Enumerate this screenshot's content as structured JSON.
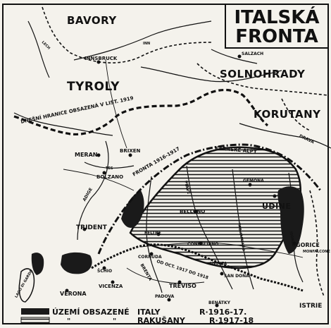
{
  "title": {
    "line1": "ITALSKÁ",
    "line2": "FRONTA"
  },
  "regions": {
    "bavory": "BAVORY",
    "tyroly": "TYROLY",
    "solnohrady": "SOLNOHRADY",
    "korutany": "KORUTANY"
  },
  "cities": {
    "innsbruck": "INNSBRUCK",
    "salzach": "SALZACH",
    "meran": "MERAN",
    "brixen": "BRIXEN",
    "bolzano": "BOLZANO",
    "trident": "TRIDENT",
    "belluno": "BELLUNO",
    "udine": "UDINE",
    "gorice": "GORICE",
    "feltre": "FELTRE",
    "conegliano": "CONEGLIANO",
    "cornuda": "CORNUDA",
    "treviso": "TREVISO",
    "benatky": "BENÁTKY",
    "padova": "PADOVA",
    "vicenza": "VICENZA",
    "verona": "VERONA",
    "schio": "ŠCHIO",
    "san_dona": "SAN DONA",
    "istrie": "ISTRIE",
    "gemona": "GEMONA",
    "monfalcone": "MONFALCONE",
    "lago_di_garda": "LAGO DI GARDA"
  },
  "rivers": {
    "lech": "LECH",
    "inn": "INN",
    "adige": "ADIGE",
    "drava": "DRAVA",
    "piave": "PIAVE",
    "brenta": "BRENTA",
    "tagliamento": "TAGLIAMENTO",
    "livenza": "LIVENZA",
    "isonzo": "ISONZO",
    "tes": "TES"
  },
  "annotations": {
    "border_1919": "DNEŠNÍ HRANICE OBSAZENÁ V LIST. 1919",
    "front_1916": "FRONTA 1916-1917",
    "karnske_alpy": "KARNSKÉ ALPY",
    "front_1917": "OD OCT. 1917 DO 1918"
  },
  "legend": [
    {
      "label": "ÚZEMÍ OBSAZENÉ",
      "owner": "ITALY",
      "period": "R·1916-17."
    },
    {
      "label": "\"",
      "mark": "\"",
      "owner": "RAKUŠANY",
      "period": "R·1917-18"
    }
  ],
  "colors": {
    "ink": "#111111",
    "paper": "#f4f2ec",
    "occupied": "#1a1a1a"
  }
}
